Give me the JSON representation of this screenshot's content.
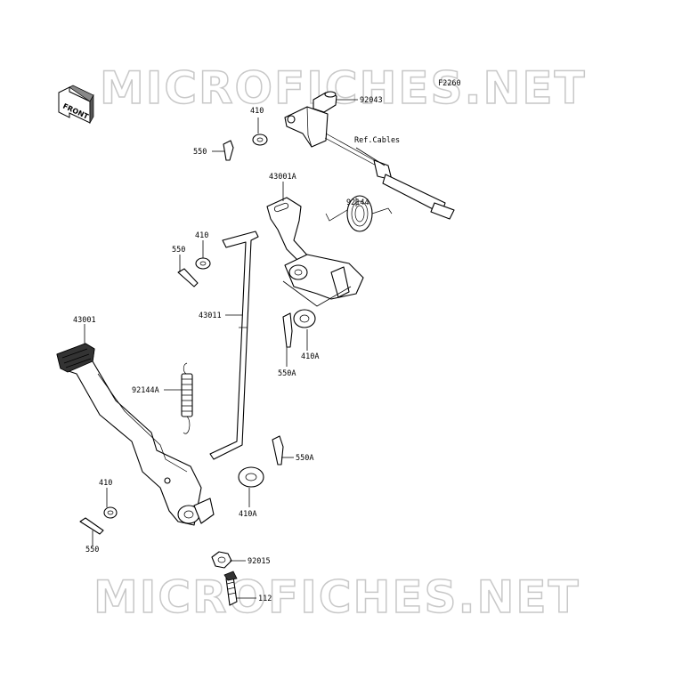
{
  "watermark": {
    "top_text": "MICROFICHES.NET",
    "bottom_text": "MICROFICHES.NET"
  },
  "figure_code": "F2260",
  "front_label": "FRONT",
  "parts": {
    "p92043": "92043",
    "p410_top": "410",
    "p550_top": "550",
    "ref_cables": "Ref.Cables",
    "p43001A": "43001A",
    "p92144": "92144",
    "p410_mid": "410",
    "p550_mid": "550",
    "p43011": "43011",
    "p410A_mid": "410A",
    "p550A_mid": "550A",
    "p43001": "43001",
    "p92144A": "92144A",
    "p550A_low": "550A",
    "p410_low": "410",
    "p410A_low": "410A",
    "p550_low": "550",
    "p92015": "92015",
    "p112": "112"
  }
}
